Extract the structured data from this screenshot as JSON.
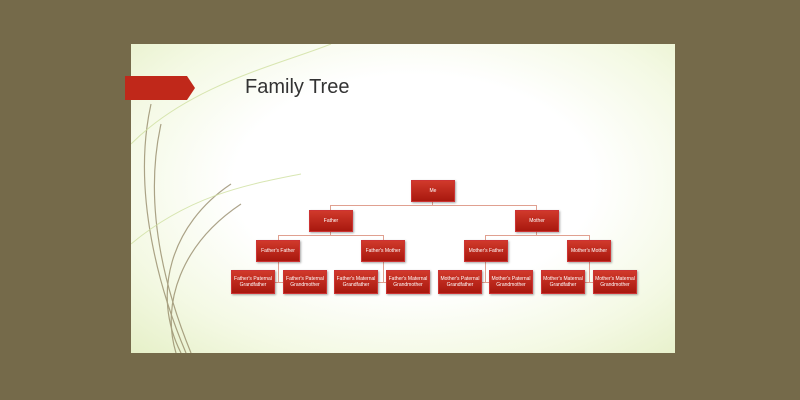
{
  "slide": {
    "title": "Family Tree"
  },
  "tree": {
    "root": "Me",
    "level2": [
      "Father",
      "Mother"
    ],
    "level3": [
      "Father's Father",
      "Father's Mother",
      "Mother's Father",
      "Mother's Mother"
    ],
    "level4": [
      "Father's Paternal Grandfather",
      "Father's Paternal Grandmother",
      "Father's Maternal Grandfather",
      "Father's Maternal Grandmother",
      "Mother's Paternal Grandfather",
      "Mother's Paternal Grandmother",
      "Mother's Maternal Grandfather",
      "Mother's Maternal Grandmother"
    ]
  },
  "colors": {
    "accent": "#c0281a",
    "background": "#756a4a"
  }
}
